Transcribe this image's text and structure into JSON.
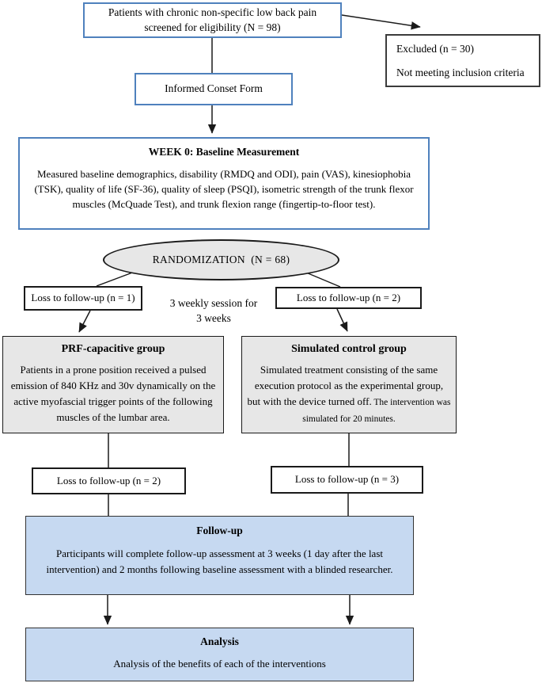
{
  "diagram": {
    "screening": {
      "text": "Patients with chronic non-specific low back pain screened for eligibility (N = 98)"
    },
    "excluded": {
      "line1": "Excluded (n = 30)",
      "line2": "Not meeting inclusion criteria"
    },
    "consent": {
      "text": "Informed Conset Form"
    },
    "week0": {
      "title": "WEEK 0: Baseline Measurement",
      "body": "Measured baseline demographics, disability (RMDQ and ODI), pain (VAS), kinesiophobia (TSK), quality of life (SF-36), quality of sleep (PSQI), isometric strength of the trunk flexor muscles (McQuade Test), and trunk flexion range (fingertip-to-floor test)."
    },
    "randomization": {
      "text": "RANDOMIZATION  (N = 68)"
    },
    "loss_followup_1_left": {
      "text": "Loss to follow-up (n = 1)"
    },
    "loss_followup_1_right": {
      "text": "Loss to follow-up (n = 2)"
    },
    "sessions_note": {
      "line1": "3 weekly session for",
      "line2": "3 weeks"
    },
    "prf_group": {
      "title": "PRF-capacitive group",
      "body": "Patients in a prone position received a pulsed emission of 840 KHz and 30v dynamically on the active myofascial trigger points of the following muscles of the lumbar area."
    },
    "control_group": {
      "title": "Simulated control group",
      "body_main": "Simulated treatment consisting of the same execution protocol as the experimental group, but with the device turned off.",
      "body_small": " The intervention was simulated for 20 minutes."
    },
    "loss_followup_2_left": {
      "text": "Loss to follow-up (n = 2)"
    },
    "loss_followup_2_right": {
      "text": "Loss to follow-up (n = 3)"
    },
    "followup": {
      "title": "Follow-up",
      "body": "Participants will complete follow-up assessment at 3 weeks (1 day after the last intervention) and 2 months following baseline assessment with a blinded researcher."
    },
    "analysis": {
      "title": "Analysis",
      "body": "Analysis of the benefits of each of the interventions"
    }
  },
  "colors": {
    "accent_blue_border": "#4f81bd",
    "box_gray_fill": "#e7e7e7",
    "box_blue_fill": "#c6d9f1",
    "line_black": "#1a1a1a"
  }
}
